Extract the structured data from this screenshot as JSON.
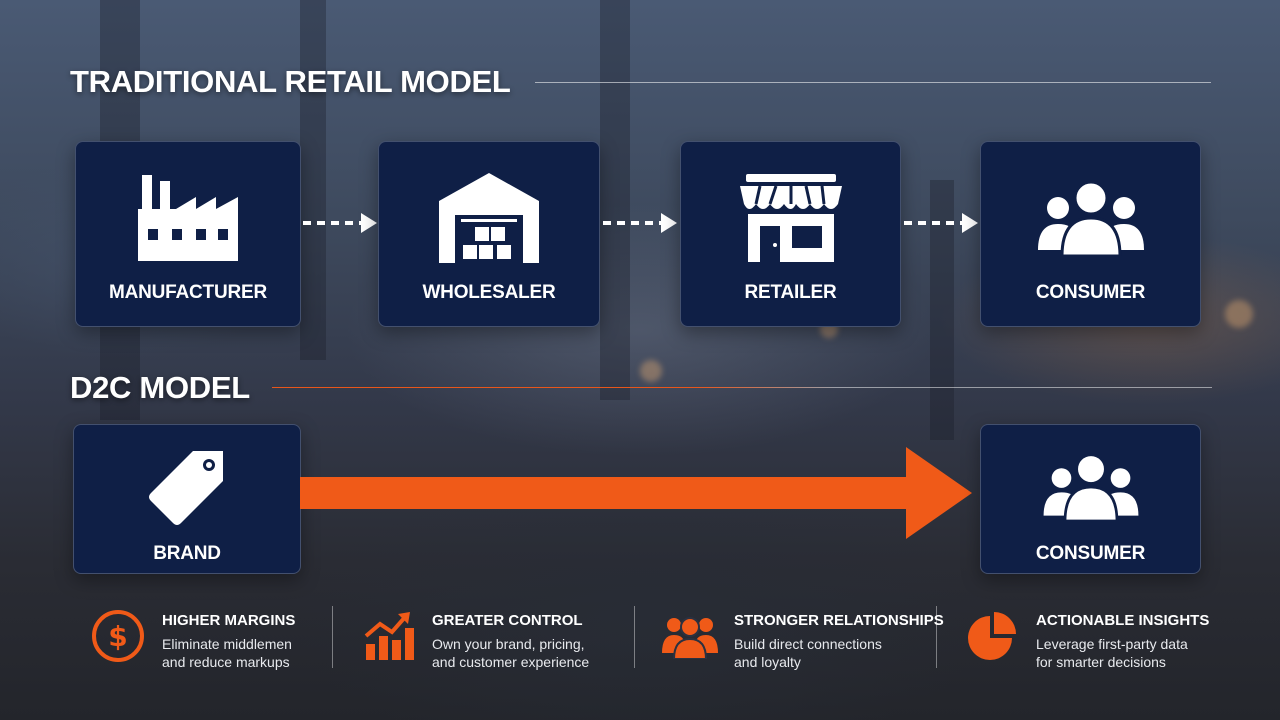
{
  "traditional": {
    "title": "TRADITIONAL RETAIL MODEL",
    "steps": [
      {
        "label": "MANUFACTURER",
        "icon": "factory-icon"
      },
      {
        "label": "WHOLESALER",
        "icon": "warehouse-icon"
      },
      {
        "label": "RETAILER",
        "icon": "storefront-icon"
      },
      {
        "label": "CONSUMER",
        "icon": "people-icon"
      }
    ]
  },
  "d2c": {
    "title": "D2C MODEL",
    "from": {
      "label": "BRAND",
      "icon": "price-tag-icon"
    },
    "to": {
      "label": "CONSUMER",
      "icon": "people-icon"
    }
  },
  "benefits": [
    {
      "title": "HIGHER MARGINS",
      "line1": "Eliminate middlemen",
      "line2": "and reduce markups",
      "icon": "dollar-circle-icon"
    },
    {
      "title": "GREATER CONTROL",
      "line1": "Own your brand, pricing,",
      "line2": "and customer experience",
      "icon": "growth-chart-icon"
    },
    {
      "title": "STRONGER RELATIONSHIPS",
      "line1": "Build direct connections",
      "line2": "and loyalty",
      "icon": "group-icon"
    },
    {
      "title": "ACTIONABLE INSIGHTS",
      "line1": "Leverage first-party data",
      "line2": "for smarter decisions",
      "icon": "pie-chart-icon"
    }
  ],
  "colors": {
    "accent": "#e8561b",
    "card": "#0f1f46",
    "text": "#ffffff"
  }
}
